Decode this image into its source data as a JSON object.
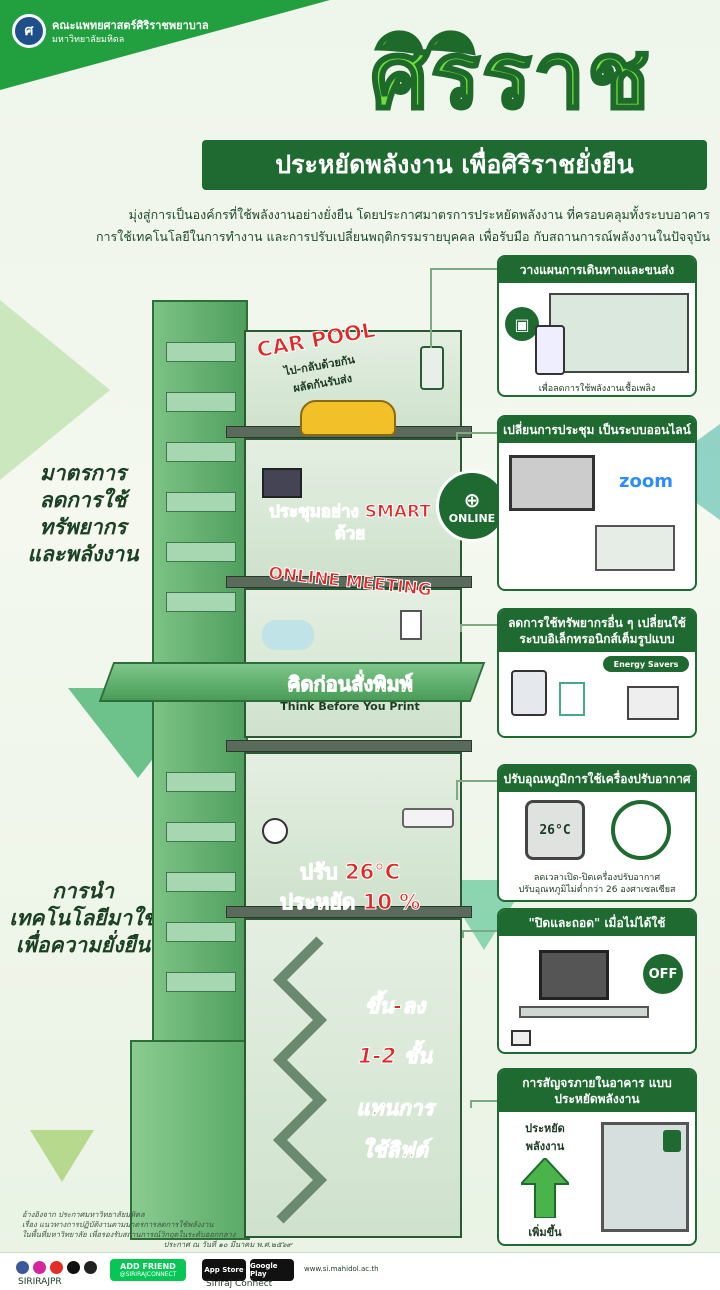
{
  "header": {
    "org_line1": "คณะแพทยศาสตร์ศิริราชพยาบาล",
    "org_line2": "มหาวิทยาลัยมหิดล",
    "title": "ศิริราช",
    "subtitle": "ประหยัดพลังงาน เพื่อศิริราชยั่งยืน",
    "intro_line1": "มุ่งสู่การเป็นองค์กรที่ใช้พลังงานอย่างยั่งยืน โดยประกาศมาตรการประหยัดพลังงาน ที่ครอบคลุมทั้งระบบอาคาร",
    "intro_line2": "การใช้เทคโนโลยีในการทำงาน และการปรับเปลี่ยนพฤติกรรมรายบุคคล เพื่อรับมือ กับสถานการณ์พลังงานในปัจจุบัน"
  },
  "side_labels": {
    "label1": [
      "มาตรการ",
      "ลดการใช้",
      "ทรัพยากร",
      "และพลังงาน"
    ],
    "label2": [
      "การนำ",
      "เทคโนโลยีมาใช้",
      "เพื่อความยั่งยืน"
    ]
  },
  "floors": {
    "carpool_title": "CAR POOL",
    "carpool_sub1": "ไป-กลับด้วยกัน",
    "carpool_sub2": "ผลัดกันรับส่ง",
    "online_badge": "ONLINE",
    "meeting1": "ประชุมอย่าง SMART",
    "meeting2": "ด้วย",
    "meeting3": "ONLINE MEETING",
    "print_title": "คิดก่อนสั่งพิมพ์",
    "print_sub": "Think Before You Print",
    "temp1": "ปรับ 26°C",
    "temp2": "ประหยัด 10 %",
    "stairs1": "ขึ้น-ลง",
    "stairs2": "1-2 ชั้น",
    "stairs3": "แทนการ",
    "stairs4": "ใช้ลิฟต์"
  },
  "cards": [
    {
      "title": "วางแผนการเดินทางและขนส่ง",
      "caption": "เพื่อลดการใช้พลังงานเชื้อเพลิง"
    },
    {
      "title": "เปลี่ยนการประชุม เป็นระบบออนไลน์",
      "zoom": "zoom"
    },
    {
      "title": "ลดการใช้ทรัพยากรอื่น ๆ เปลี่ยนใช้ ระบบอิเล็กทรอนิกส์เต็มรูปแบบ",
      "tag": "Energy Savers"
    },
    {
      "title": "ปรับอุณหภูมิการใช้เครื่องปรับอากาศ",
      "display": "26°C",
      "caption1": "ลดเวลาเปิด-ปิดเครื่องปรับอากาศ",
      "caption2": "ปรับอุณหภูมิไม่ต่ำกว่า 26 องศาเซลเซียส"
    },
    {
      "title": "\"ปิดและถอด\" เมื่อไม่ได้ใช้",
      "off": "OFF"
    },
    {
      "title": "การสัญจรภายในอาคาร แบบประหยัดพลังงาน",
      "save_label1": "ประหยัด",
      "save_label2": "พลังงาน",
      "inc_label": "เพิ่มขึ้น"
    }
  ],
  "credit": {
    "line1": "อ้างอิงจาก ประกาศมหาวิทยาลัยมหิดล",
    "line2": "เรื่อง แนวทางการปฏิบัติงานตามมาตรการลดการใช้พลังงาน",
    "line3": "ในพื้นที่มหาวิทยาลัย เพื่อรองรับสถานการณ์วิกฤตในระดับออกกลาง",
    "line4": "ประกาศ ณ วันที่ ๑๐ มีนาคม พ.ศ.๒๕๖๙"
  },
  "footer": {
    "handle": "SIRIRAJPR",
    "line_add": "ADD FRIEND",
    "line_id": "@SIRIRAJCONNECT",
    "app_store": "App Store",
    "google_play": "Google Play",
    "app_name": "Siriraj Connect",
    "website": "www.si.mahidol.ac.th"
  },
  "colors": {
    "primary": "#1f6a30",
    "accent": "#6dde3a",
    "red": "#e32626"
  }
}
